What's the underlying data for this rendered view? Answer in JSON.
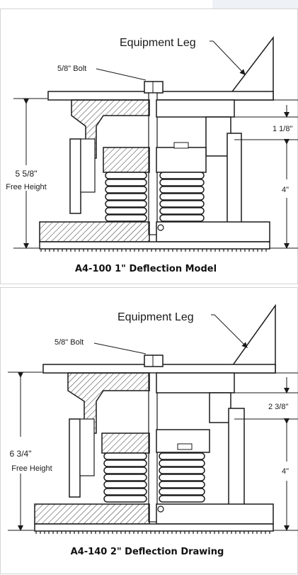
{
  "diagrams": [
    {
      "equipment_leg_label": "Equipment Leg",
      "bolt_label": "5/8\" Bolt",
      "free_height_value": "5 5/8\"",
      "free_height_label": "Free Height",
      "top_dim": "1 1/8\"",
      "bottom_dim": "4\"",
      "caption": "A4-100 1\" Deflection Model"
    },
    {
      "equipment_leg_label": "Equipment Leg",
      "bolt_label": "5/8\" Bolt",
      "free_height_value": "6 3/4\"",
      "free_height_label": "Free Height",
      "top_dim": "2 3/8\"",
      "bottom_dim": "4\"",
      "caption": "A4-140 2\" Deflection Drawing"
    }
  ],
  "colors": {
    "line": "#1a1a1a",
    "hatch": "#333333",
    "panel_border": "#d4d4d4"
  }
}
